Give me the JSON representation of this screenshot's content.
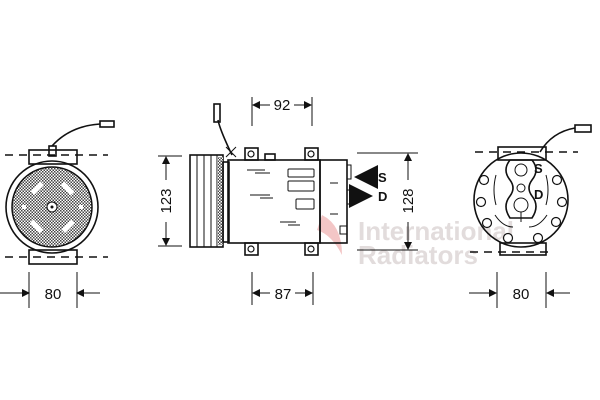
{
  "watermark": {
    "line1": "International",
    "line2": "Radiators",
    "logo_color": "#f3c6c6"
  },
  "views": {
    "front": {
      "dimension_width": "80"
    },
    "side": {
      "dimension_top": "92",
      "dimension_bottom": "87",
      "dimension_left": "123",
      "dimension_right": "128",
      "port_suction": "S",
      "port_discharge": "D"
    },
    "rear": {
      "dimension_width": "80",
      "port_suction": "S",
      "port_discharge": "D"
    }
  }
}
